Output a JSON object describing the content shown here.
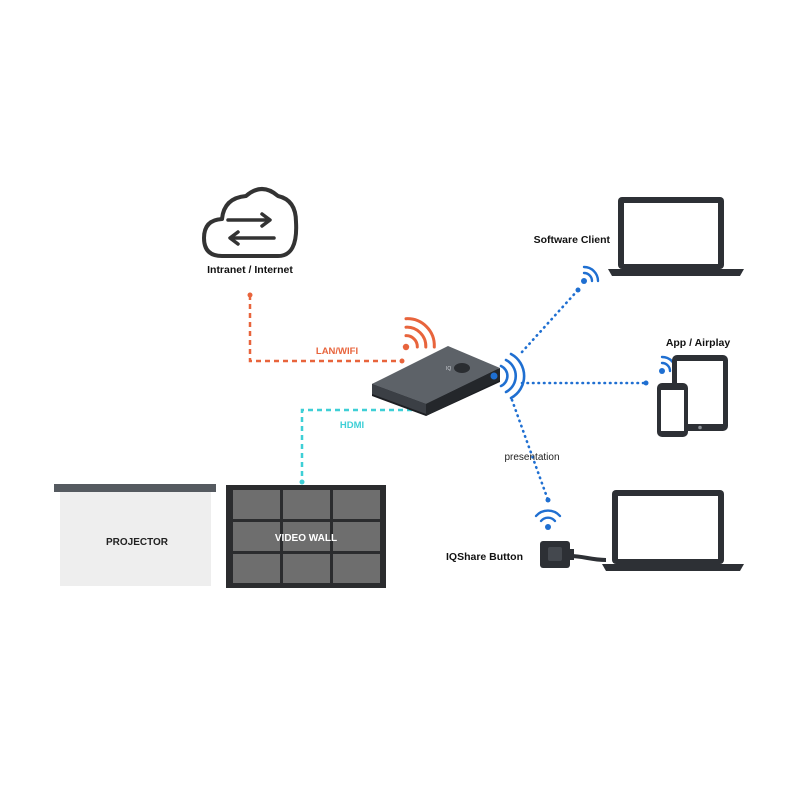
{
  "labels": {
    "cloud": "Intranet / Internet",
    "lan": "LAN/WIFI",
    "hdmi": "HDMI",
    "software_client": "Software Client",
    "app_airplay": "App / Airplay",
    "presentation": "presentation",
    "iqshare_button": "IQShare Button",
    "projector": "PROJECTOR",
    "video_wall": "VIDEO WALL"
  },
  "colors": {
    "lan_line": "#e8643c",
    "hdmi_line": "#3ecfd6",
    "wireless": "#1f6fd1",
    "device_dark": "#2d3035",
    "projector_screen": "#eeeeee",
    "video_wall_tile": "#6e6e6e"
  },
  "icons": [
    "cloud-sync-icon",
    "wifi-icon",
    "laptop-icon",
    "tablet-icon",
    "phone-icon",
    "usb-dongle-icon"
  ]
}
